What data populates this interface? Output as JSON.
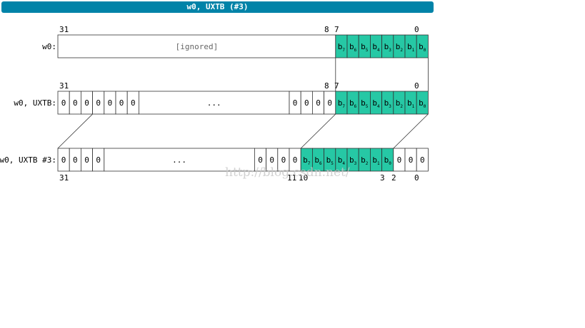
{
  "title": "w0, UXTB (#3)",
  "watermark": "http://blog.csdn.net/",
  "colors": {
    "title_bar": "#0083a8",
    "highlight": "#26c8a5",
    "border": "#333333"
  },
  "rows": [
    {
      "id": "w0",
      "label": "w0:",
      "bit_labels": [
        "31",
        "8",
        "7",
        "0"
      ],
      "cells": [
        {
          "text": "[ignored]",
          "span": 24,
          "style": "ignored"
        },
        {
          "text": "b",
          "sub": "7",
          "highlight": true
        },
        {
          "text": "b",
          "sub": "6",
          "highlight": true
        },
        {
          "text": "b",
          "sub": "5",
          "highlight": true
        },
        {
          "text": "b",
          "sub": "4",
          "highlight": true
        },
        {
          "text": "b",
          "sub": "3",
          "highlight": true
        },
        {
          "text": "b",
          "sub": "2",
          "highlight": true
        },
        {
          "text": "b",
          "sub": "1",
          "highlight": true
        },
        {
          "text": "b",
          "sub": "0",
          "highlight": true
        }
      ]
    },
    {
      "id": "uxtb",
      "label": "w0, UXTB:",
      "bit_labels": [
        "31",
        "8",
        "7",
        "0"
      ],
      "cells": [
        {
          "text": "0"
        },
        {
          "text": "0"
        },
        {
          "text": "0"
        },
        {
          "text": "0"
        },
        {
          "text": "0"
        },
        {
          "text": "0"
        },
        {
          "text": "0"
        },
        {
          "text": "...",
          "span": 13
        },
        {
          "text": "0"
        },
        {
          "text": "0"
        },
        {
          "text": "0"
        },
        {
          "text": "0"
        },
        {
          "text": "b",
          "sub": "7",
          "highlight": true
        },
        {
          "text": "b",
          "sub": "6",
          "highlight": true
        },
        {
          "text": "b",
          "sub": "5",
          "highlight": true
        },
        {
          "text": "b",
          "sub": "4",
          "highlight": true
        },
        {
          "text": "b",
          "sub": "3",
          "highlight": true
        },
        {
          "text": "b",
          "sub": "2",
          "highlight": true
        },
        {
          "text": "b",
          "sub": "1",
          "highlight": true
        },
        {
          "text": "b",
          "sub": "0",
          "highlight": true
        }
      ]
    },
    {
      "id": "shifted",
      "label": "w0, UXTB #3:",
      "bit_labels": [
        "31",
        "11",
        "10",
        "3",
        "2",
        "0"
      ],
      "cells": [
        {
          "text": "0"
        },
        {
          "text": "0"
        },
        {
          "text": "0"
        },
        {
          "text": "0"
        },
        {
          "text": "...",
          "span": 13
        },
        {
          "text": "0"
        },
        {
          "text": "0"
        },
        {
          "text": "0"
        },
        {
          "text": "0"
        },
        {
          "text": "b",
          "sub": "7",
          "highlight": true
        },
        {
          "text": "b",
          "sub": "6",
          "highlight": true
        },
        {
          "text": "b",
          "sub": "5",
          "highlight": true
        },
        {
          "text": "b",
          "sub": "4",
          "highlight": true
        },
        {
          "text": "b",
          "sub": "3",
          "highlight": true
        },
        {
          "text": "b",
          "sub": "2",
          "highlight": true
        },
        {
          "text": "b",
          "sub": "1",
          "highlight": true
        },
        {
          "text": "b",
          "sub": "0",
          "highlight": true
        },
        {
          "text": "0"
        },
        {
          "text": "0"
        },
        {
          "text": "0"
        }
      ]
    }
  ]
}
